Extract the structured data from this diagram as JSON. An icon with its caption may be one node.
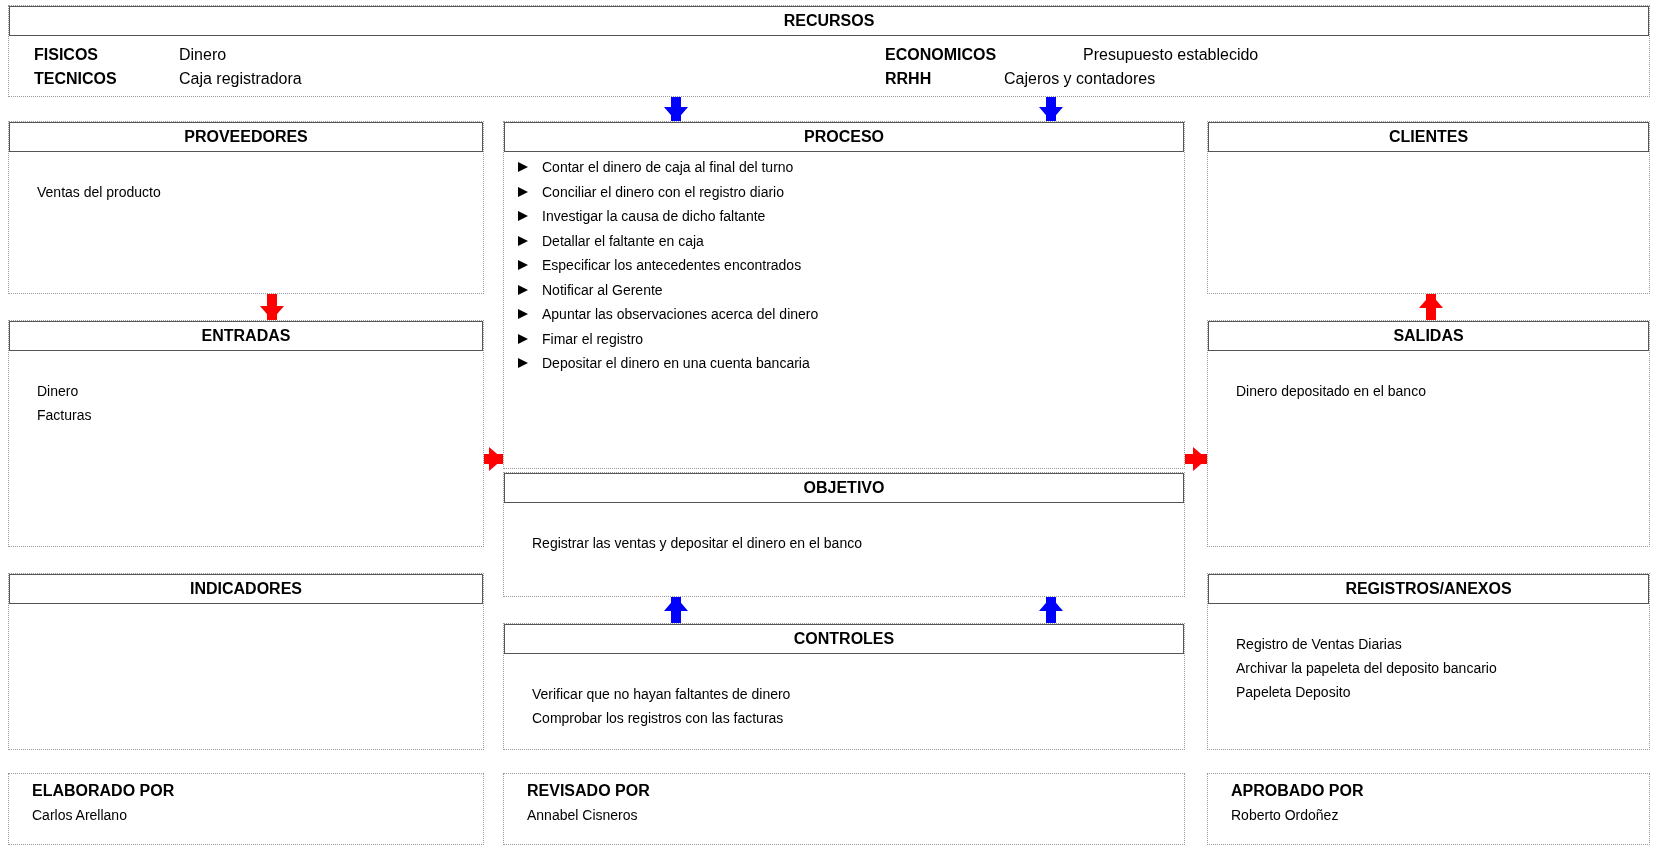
{
  "diagram": {
    "nodes": [
      {
        "text": [
          "RECURSOS",
          "FISICOS",
          "Dinero",
          "TECNICOS",
          "Caja registradora",
          "ECONOMICOS",
          "Presupuesto establecido",
          "RRHH",
          "Cajeros y contadores"
        ]
      },
      {
        "text": [
          "PROVEEDORES",
          "Ventas del producto"
        ]
      },
      {
        "text": [
          "PROCESO",
          "Contar el dinero de caja al final del turno",
          "Conciliar el dinero con el registro diario",
          "Investigar la causa de dicho faltante",
          "Detallar el faltante en caja",
          "Especificar los antecedentes encontrados",
          "Notificar al Gerente",
          "Apuntar las observaciones acerca del dinero",
          "Fimar el registro",
          "Depositar el dinero en una cuenta bancaria"
        ]
      },
      {
        "text": [
          "CLIENTES"
        ]
      },
      {
        "text": [
          "ENTRADAS",
          "Dinero",
          "Facturas"
        ]
      },
      {
        "text": [
          "SALIDAS",
          "Dinero depositado en el banco"
        ]
      },
      {
        "text": [
          "OBJETIVO",
          "Registrar las ventas y depositar el dinero en el banco"
        ]
      },
      {
        "text": [
          "INDICADORES"
        ]
      },
      {
        "text": [
          "CONTROLES",
          "Verificar que no hayan faltantes de dinero",
          "Comprobar los registros con las facturas"
        ]
      },
      {
        "text": [
          "REGISTROS/ANEXOS",
          "Registro de Ventas Diarias",
          "Archivar la papeleta del deposito bancario",
          "Papeleta Deposito"
        ]
      },
      {
        "text": [
          "ELABORADO POR",
          "Carlos Arellano"
        ]
      },
      {
        "text": [
          "REVISADO POR",
          "Annabel Cisneros"
        ]
      },
      {
        "text": [
          "APROBADO POR",
          "Roberto Ordoñez"
        ]
      }
    ],
    "edges": [
      {
        "from": 0,
        "to": 2,
        "arrow": "to",
        "color": "#0000ff"
      },
      {
        "from": 0,
        "to": 2,
        "arrow": "to",
        "color": "#0000ff"
      },
      {
        "from": 1,
        "to": 4,
        "arrow": "to",
        "color": "#ff0000"
      },
      {
        "from": 5,
        "to": 3,
        "arrow": "to",
        "color": "#ff0000"
      },
      {
        "from": 4,
        "to": 2,
        "arrow": "to",
        "color": "#ff0000"
      },
      {
        "from": 2,
        "to": 5,
        "arrow": "to",
        "color": "#ff0000"
      },
      {
        "from": 8,
        "to": 6,
        "arrow": "to",
        "color": "#0000ff"
      },
      {
        "from": 8,
        "to": 6,
        "arrow": "to",
        "color": "#0000ff"
      }
    ]
  }
}
